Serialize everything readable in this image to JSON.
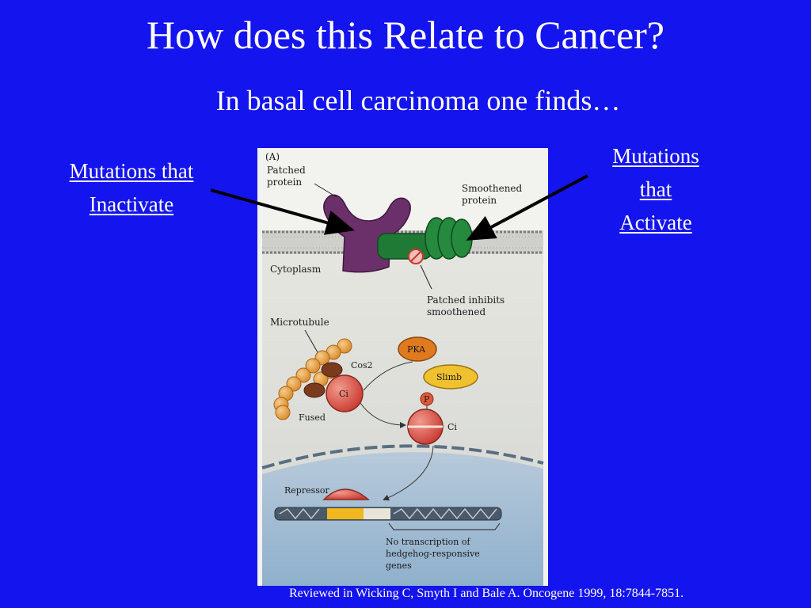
{
  "slide": {
    "title": "How does this Relate to Cancer?",
    "subtitle": "In basal cell carcinoma one finds…",
    "left_label": [
      "Mutations that",
      "Inactivate"
    ],
    "right_label": [
      "Mutations",
      "that",
      "Activate"
    ],
    "citation": "Reviewed in Wicking C, Smyth I and Bale A.  Oncogene 1999, 18:7844-7851."
  },
  "figure": {
    "panel": "(A)",
    "patched": [
      "Patched",
      "protein"
    ],
    "smoothened": [
      "Smoothened",
      "protein"
    ],
    "cytoplasm": "Cytoplasm",
    "inhibits": [
      "Patched inhibits",
      "smoothened"
    ],
    "microtubule": "Microtubule",
    "cos2": "Cos2",
    "ci_complex": "Ci",
    "fused": "Fused",
    "pka": "PKA",
    "slimb": "Slimb",
    "phospho": "P",
    "ci_free": "Ci",
    "repressor": "Repressor",
    "no_transcription": [
      "No transcription of",
      "hedgehog-responsive",
      "genes"
    ]
  },
  "colors": {
    "background": "#1414ee",
    "patched": "#6b2f6a",
    "smoothened": "#1f7a36",
    "membrane": "#8a8a8a",
    "nucleus": "#9ab4cc",
    "orange": "#e89a3a",
    "red": "#d9544a"
  }
}
